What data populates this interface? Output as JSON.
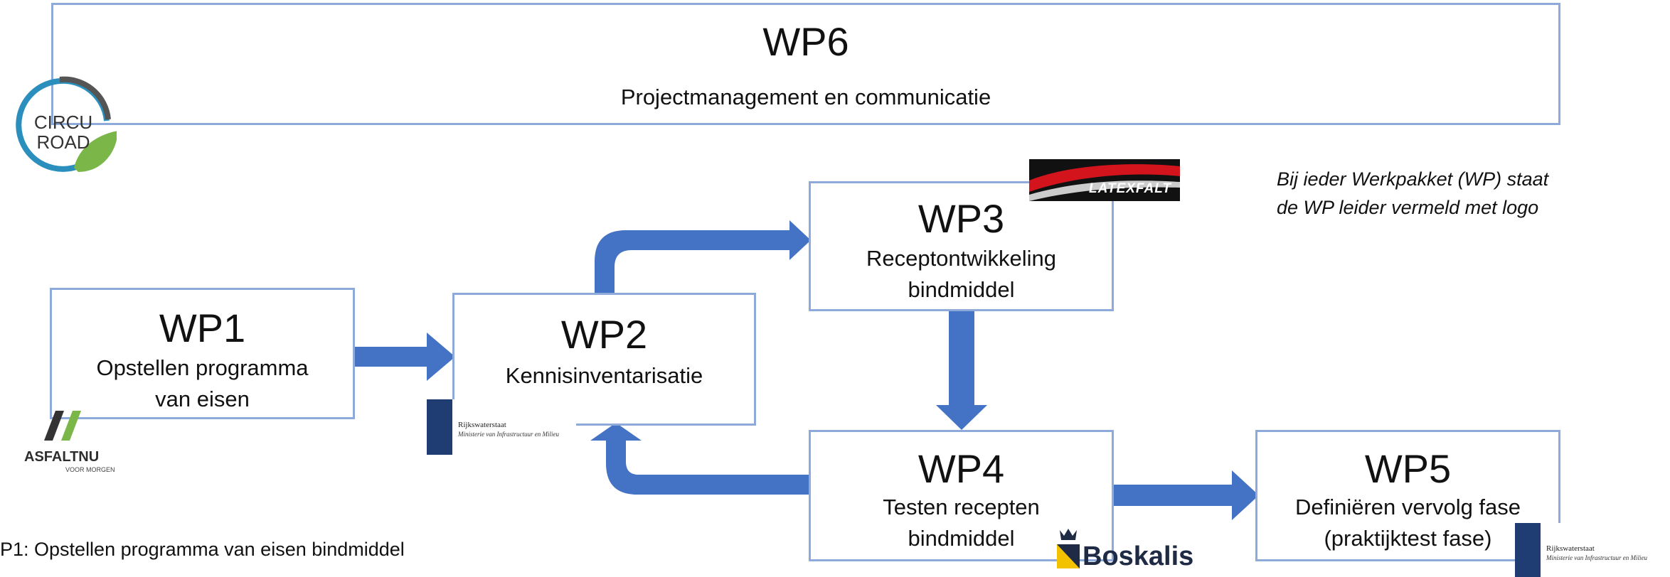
{
  "wp6": {
    "title": "WP6",
    "desc": "Projectmanagement en communicatie"
  },
  "wp1": {
    "title": "WP1",
    "line1": "Opstellen programma",
    "line2": "van eisen"
  },
  "wp2": {
    "title": "WP2",
    "line1": "Kennisinventarisatie"
  },
  "wp3": {
    "title": "WP3",
    "line1": "Receptontwikkeling",
    "line2": "bindmiddel"
  },
  "wp4": {
    "title": "WP4",
    "line1": "Testen recepten",
    "line2": "bindmiddel"
  },
  "wp5": {
    "title": "WP5",
    "line1": "Definiëren vervolg fase",
    "line2": "(praktijktest fase)"
  },
  "note": {
    "line1": "Bij ieder Werkpakket (WP) staat",
    "line2": "de WP leider vermeld met logo"
  },
  "caption": "P1: Opstellen programma van eisen bindmiddel",
  "logos": {
    "circuroad": {
      "line1": "CIRCU",
      "line2": "ROAD"
    },
    "asfaltnu": {
      "name": "ASFALTNU",
      "sub": "VOOR MORGEN"
    },
    "rijkswaterstaat": {
      "name": "Rijkswaterstaat",
      "sub": "Ministerie van Infrastructuur en Milieu"
    },
    "latexfalt": {
      "name": "LATEXFALT"
    },
    "boskalis": {
      "name": "Boskalis"
    }
  },
  "colors": {
    "box_border": "#8eaadb",
    "arrow": "#4472c4",
    "rws_blue": "#1f3c73"
  }
}
